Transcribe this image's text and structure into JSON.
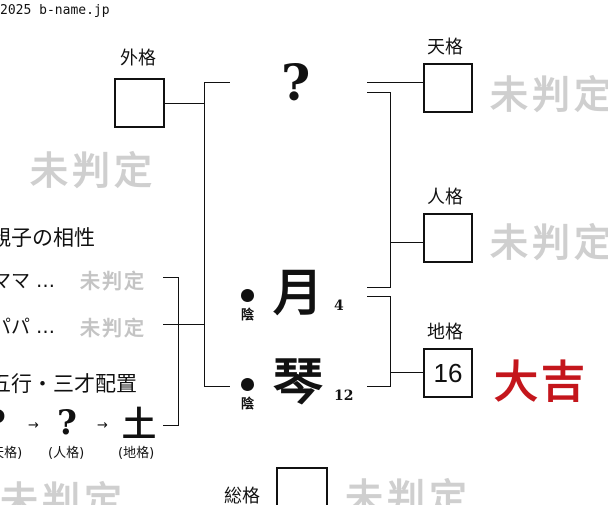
{
  "copyright": "2025 b-name.jp",
  "labels": {
    "gaikaku": "外格",
    "tenkaku": "天格",
    "jinkaku": "人格",
    "chikaku": "地格",
    "soukaku": "総格"
  },
  "boxes": {
    "gaikaku": "",
    "tenkaku": "",
    "jinkaku": "",
    "chikaku": "16",
    "soukaku": ""
  },
  "stamps": {
    "undetermined": "未判定",
    "daikichi": "大吉"
  },
  "name_chars": [
    {
      "char": "?",
      "strokes": "",
      "yinyang": ""
    },
    {
      "char": "月",
      "strokes": "4",
      "yinyang": "陰"
    },
    {
      "char": "琴",
      "strokes": "12",
      "yinyang": "陰"
    }
  ],
  "compat": {
    "title": "親子の相性",
    "rows": [
      {
        "label": "ママ …",
        "result": "未判定"
      },
      {
        "label": "パパ …",
        "result": "未判定"
      }
    ]
  },
  "gogyo": {
    "title": "五行・三才配置",
    "elements": [
      {
        "char": "?",
        "caption": "(天格)"
      },
      {
        "char": "?",
        "caption": "(人格)"
      },
      {
        "char": "土",
        "caption": "(地格)"
      }
    ],
    "arrow": "→"
  },
  "colors": {
    "stamp_grey": "#cfcfcf",
    "stamp_red": "#c4161c",
    "ink": "#111111"
  }
}
